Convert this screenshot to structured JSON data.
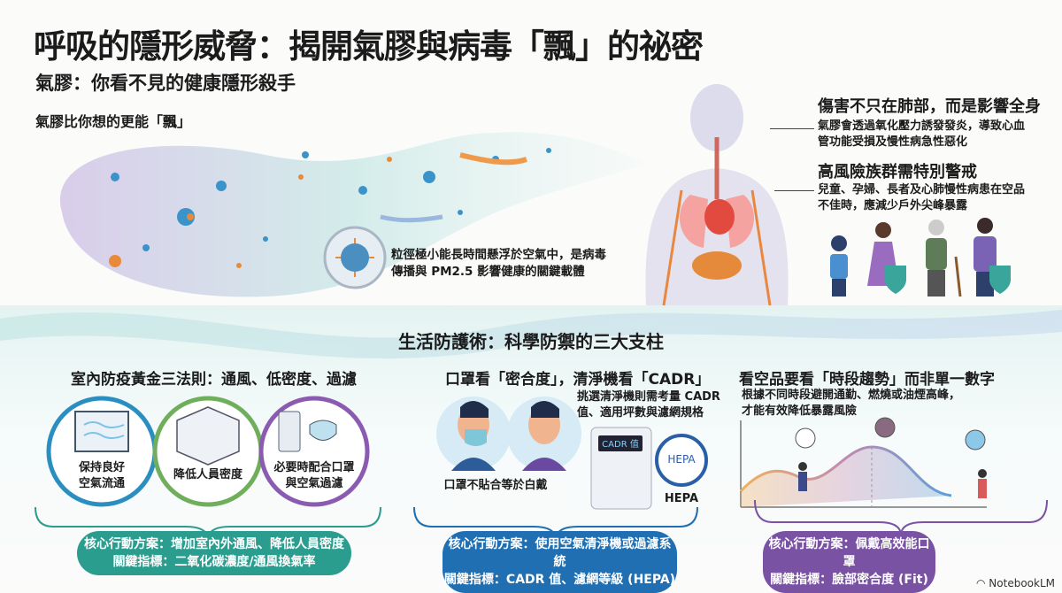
{
  "header": {
    "title": "呼吸的隱形威脅：揭開氣膠與病毒「飄」的祕密",
    "subtitle": "氣膠：你看不見的健康隱形殺手"
  },
  "aerosol": {
    "lead": "氣膠比你想的更能「飄」",
    "caption_line1": "粒徑極小能長時間懸浮於空氣中，是病毒",
    "caption_line2": "傳播與 PM2.5 影響健康的關鍵載體"
  },
  "body_panel": {
    "heading1": "傷害不只在肺部，而是影響全身",
    "text1_line1": "氣膠會透過氧化壓力誘發發炎，導致心血",
    "text1_line2": "管功能受損及慢性病急性惡化",
    "heading2": "高風險族群需特別警戒",
    "text2_line1": "兒童、孕婦、長者及心肺慢性病患在空品",
    "text2_line2": "不佳時，應減少戶外尖峰暴露"
  },
  "section_title": "生活防護術：科學防禦的三大支柱",
  "pillars": [
    {
      "heading": "室內防疫黃金三法則：通風、低密度、過濾",
      "items": [
        {
          "l1": "保持良好",
          "l2": "空氣流通"
        },
        {
          "l1": "降低人員密度",
          "l2": ""
        },
        {
          "l1": "必要時配合口罩",
          "l2": "與空氣過濾"
        }
      ],
      "action": "核心行動方案：增加室內外通風、降低人員密度",
      "metric": "關鍵指標：二氧化碳濃度/通風換氣率",
      "color": "#2a9d8f"
    },
    {
      "heading": "口罩看「密合度」，清淨機看「CADR」",
      "note_l1": "挑選清淨機則需考量 CADR",
      "note_l2": "值、適用坪數與濾網規格",
      "mask_caption": "口罩不貼合等於白戴",
      "cadr_label": "CADR 值",
      "hepa_inner": "HEPA",
      "hepa_label": "HEPA",
      "action": "核心行動方案：使用空氣清淨機或過濾系統",
      "metric": "關鍵指標：CADR 值、濾網等級 (HEPA)",
      "color": "#1f6fb2"
    },
    {
      "heading": "看空品要看「時段趨勢」而非單一數字",
      "note_l1": "根據不同時段避開通勤、燃燒或油煙高峰，",
      "note_l2": "才能有效降低暴露風險",
      "action": "核心行動方案：佩戴高效能口罩",
      "metric": "關鍵指標：臉部密合度 (Fit)",
      "color": "#7a52a4"
    }
  ],
  "footer": {
    "brand": "NotebookLM"
  }
}
